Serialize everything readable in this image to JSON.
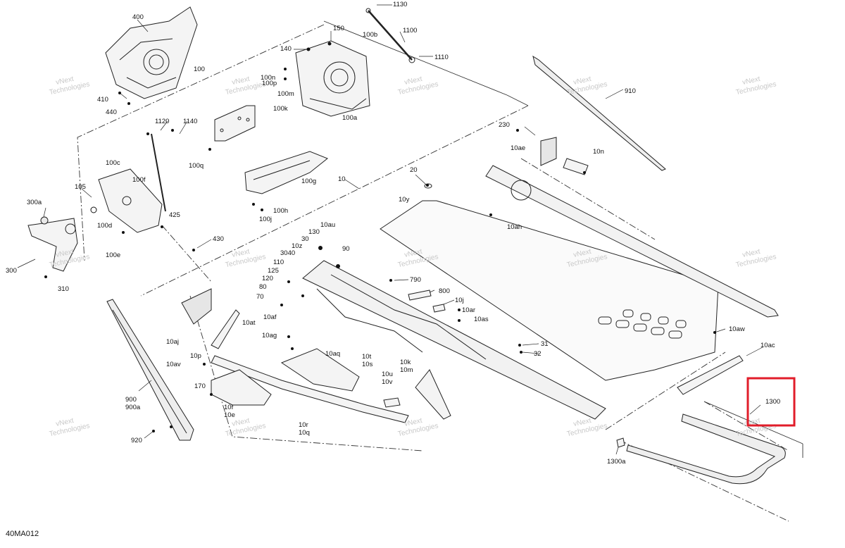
{
  "document_id": "40MA012",
  "watermark": {
    "line1": "vNext",
    "line2": "Technologies"
  },
  "highlight": {
    "target": "1300",
    "color": "#e11d2a"
  },
  "callouts": {
    "c400": "400",
    "c100": "100",
    "c410": "410",
    "c440": "440",
    "c1130": "1130",
    "c150": "150",
    "c1100": "1100",
    "c100b": "100b",
    "c140": "140",
    "c1110": "1110",
    "c100n": "100n",
    "c100p": "100p",
    "c100m": "100m",
    "c100a": "100a",
    "c100k": "100k",
    "c100q": "100q",
    "c1120": "1120",
    "c1140": "1140",
    "c100c": "100c",
    "c100f": "100f",
    "c105": "105",
    "c100d": "100d",
    "c425": "425",
    "c300a": "300a",
    "c300": "300",
    "c310": "310",
    "c100e": "100e",
    "c430": "430",
    "c100g": "100g",
    "c100h": "100h",
    "c100j": "100j",
    "c10": "10",
    "c20": "20",
    "c10y": "10y",
    "c130": "130",
    "c10au": "10au",
    "c30": "30",
    "c10z": "10z",
    "c3040": "3040",
    "c110": "110",
    "c125": "125",
    "c120": "120",
    "c80": "80",
    "c70": "70",
    "c90": "90",
    "c10af": "10af",
    "c10aj": "10aj",
    "c10at": "10at",
    "c10ag": "10ag",
    "c10p": "10p",
    "c10av": "10av",
    "c790": "790",
    "c800": "800",
    "c10j": "10j",
    "c10ar": "10ar",
    "c10as": "10as",
    "c10aq": "10aq",
    "c10t": "10t",
    "c10s": "10s",
    "c10u": "10u",
    "c10v": "10v",
    "c10k": "10k",
    "c10m": "10m",
    "c31": "31",
    "c32": "32",
    "c170": "170",
    "c10f": "10f",
    "c10e": "10e",
    "c10r": "10r",
    "c10q": "10q",
    "c900": "900",
    "c900a": "900a",
    "c920": "920",
    "c910": "910",
    "c230": "230",
    "c10ae": "10ae",
    "c10n": "10n",
    "c10ah": "10ah",
    "c10aw": "10aw",
    "c10ac": "10ac",
    "c1300": "1300",
    "c1300a": "1300a"
  }
}
